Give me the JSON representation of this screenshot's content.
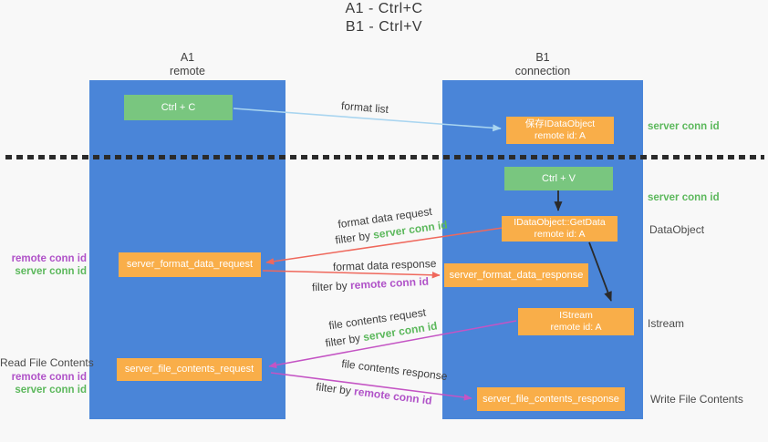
{
  "title": {
    "line1": "A1 - Ctrl+C",
    "line2": "B1 - Ctrl+V"
  },
  "columns": {
    "a": {
      "name": "A1",
      "subtitle": "remote"
    },
    "b": {
      "name": "B1",
      "subtitle": "connection"
    }
  },
  "boxes": {
    "ctrl_c": {
      "label": "Ctrl + C"
    },
    "ctrl_v": {
      "label": "Ctrl + V"
    },
    "save_dataobject": {
      "line1": "保存IDataObject",
      "line2": "remote id: A"
    },
    "getdata": {
      "line1": "IDataObject::GetData",
      "line2": "remote id: A"
    },
    "istream": {
      "line1": "IStream",
      "line2": "remote id: A"
    },
    "format_request": {
      "label": "server_format_data_request"
    },
    "format_response": {
      "label": "server_format_data_response"
    },
    "file_request": {
      "label": "server_file_contents_request"
    },
    "file_response": {
      "label": "server_file_contents_response"
    }
  },
  "flow_labels": {
    "format_list": "format list",
    "format_data_request": "format data request",
    "format_data_response": "format data response",
    "file_contents_request": "file contents request",
    "file_contents_response": "file contents response",
    "filter_by": "filter by ",
    "server_conn_id": "server conn id",
    "remote_conn_id": "remote conn id"
  },
  "side_labels": {
    "left": {
      "remote_conn_top": "remote conn id",
      "server_conn_top": "server conn id",
      "read_file_contents": "Read File Contents",
      "remote_conn_bottom": "remote conn id",
      "server_conn_bottom": "server conn id"
    },
    "right": {
      "server_conn_top": "server conn id",
      "server_conn_mid": "server conn id",
      "dataobject": "DataObject",
      "istream": "Istream",
      "write_file_contents": "Write File Contents"
    }
  },
  "colors": {
    "column_blue": "#4a85d8",
    "box_green": "#79c67f",
    "box_orange": "#f9ae49",
    "arrow_light_blue": "#a9d5f0",
    "arrow_red": "#ef685c",
    "arrow_magenta": "#c454c4",
    "arrow_black": "#2a2a2a",
    "text_green": "#5cb85c",
    "text_purple": "#b052c8",
    "text_dark": "#3d3d3d",
    "background": "#f8f8f8"
  }
}
